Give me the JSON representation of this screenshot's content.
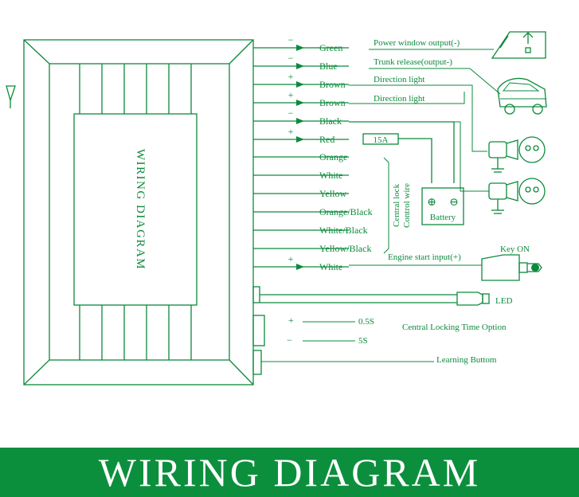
{
  "diagram": {
    "module_title": "WIRING DIAGRAM",
    "wires": [
      {
        "sign": "−",
        "color": "Green",
        "function": "Power window output(-)"
      },
      {
        "sign": "−",
        "color": "Blue",
        "function": "Trunk release(output-)"
      },
      {
        "sign": "+",
        "color": "Brown",
        "function": "Direction light"
      },
      {
        "sign": "+",
        "color": "Brown",
        "function": "Direction light"
      },
      {
        "sign": "−",
        "color": "Black",
        "function": ""
      },
      {
        "sign": "+",
        "color": "Red",
        "function": ""
      },
      {
        "sign": "",
        "color": "Orange",
        "function": ""
      },
      {
        "sign": "",
        "color": "White",
        "function": ""
      },
      {
        "sign": "",
        "color": "Yellow",
        "function": ""
      },
      {
        "sign": "",
        "color": "Orange/Black",
        "function": ""
      },
      {
        "sign": "",
        "color": "White/Black",
        "function": ""
      },
      {
        "sign": "",
        "color": "Yellow/Black",
        "function": ""
      },
      {
        "sign": "+",
        "color": "White",
        "function": "Engine start input(+)"
      }
    ],
    "fuse": "15A",
    "battery": {
      "label": "Battery",
      "plus": "⊕",
      "minus": "⊖"
    },
    "central_lock": {
      "line1": "Central lock",
      "line2": "Control wire"
    },
    "key_on": "Key ON",
    "led": "LED",
    "time_option": {
      "plus": "+",
      "minus": "−",
      "short": "0.5S",
      "long": "5S",
      "label": "Central Locking Time Option"
    },
    "learning": "Learning Buttom"
  },
  "banner": {
    "title": "WIRING DIAGRAM"
  },
  "colors": {
    "accent": "#0c8a3c",
    "banner_bg": "#0c8f3d",
    "banner_text": "#ffffff"
  }
}
